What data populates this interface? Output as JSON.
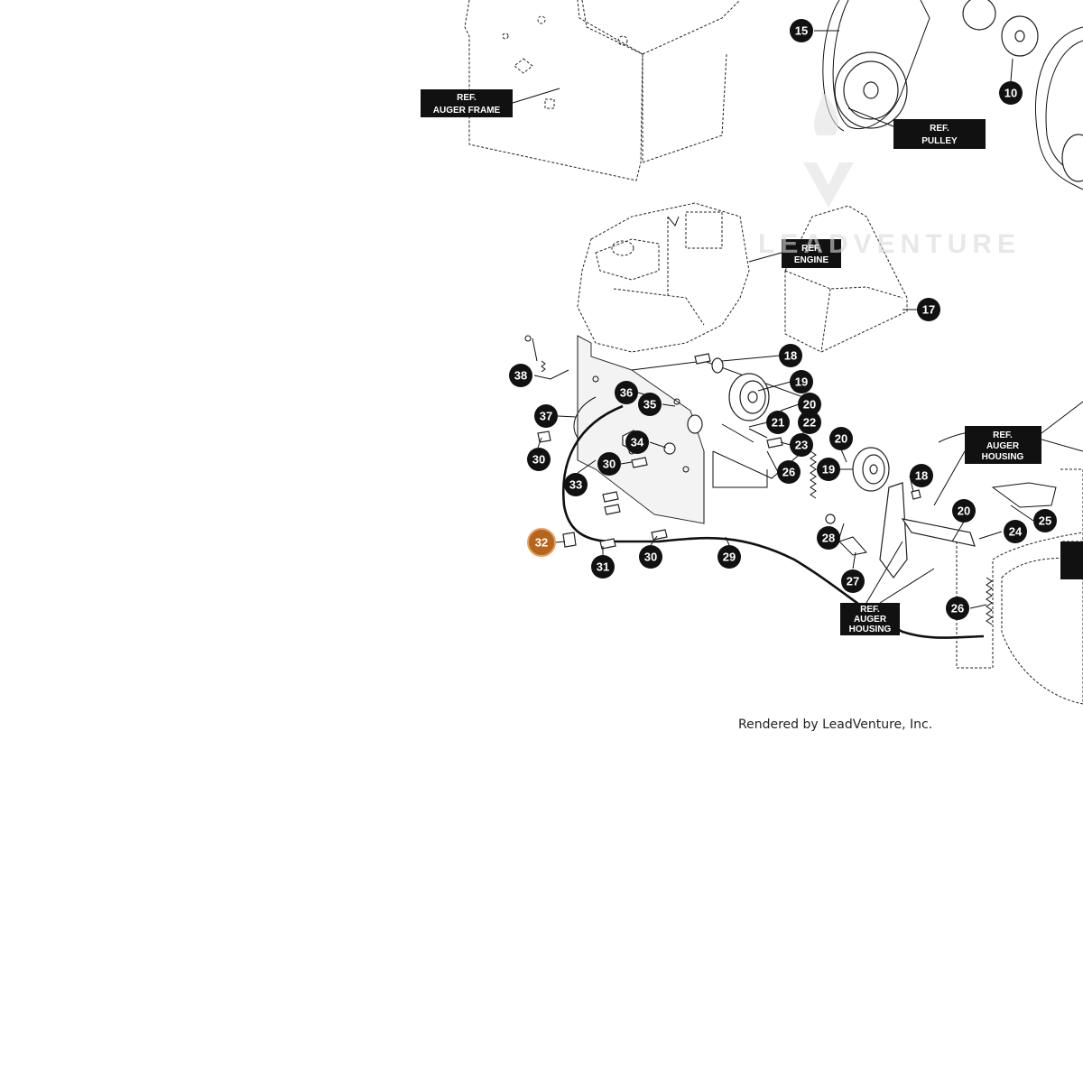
{
  "diagram": {
    "watermark_text": "LEADVENTURE",
    "footer_text": "Rendered by LeadVenture, Inc.",
    "highlight_color": "#b5651d",
    "callouts": [
      {
        "id": "c15",
        "label": "15"
      },
      {
        "id": "c10",
        "label": "10"
      },
      {
        "id": "c17",
        "label": "17"
      },
      {
        "id": "c18a",
        "label": "18"
      },
      {
        "id": "c19a",
        "label": "19"
      },
      {
        "id": "c20a",
        "label": "20"
      },
      {
        "id": "c21",
        "label": "21"
      },
      {
        "id": "c22",
        "label": "22"
      },
      {
        "id": "c23",
        "label": "23"
      },
      {
        "id": "c26a",
        "label": "26"
      },
      {
        "id": "c20b",
        "label": "20"
      },
      {
        "id": "c19b",
        "label": "19"
      },
      {
        "id": "c18b",
        "label": "18"
      },
      {
        "id": "c20c",
        "label": "20"
      },
      {
        "id": "c24",
        "label": "24"
      },
      {
        "id": "c25",
        "label": "25"
      },
      {
        "id": "c28",
        "label": "28"
      },
      {
        "id": "c27",
        "label": "27"
      },
      {
        "id": "c26b",
        "label": "26"
      },
      {
        "id": "c38",
        "label": "38"
      },
      {
        "id": "c36",
        "label": "36"
      },
      {
        "id": "c35",
        "label": "35"
      },
      {
        "id": "c37",
        "label": "37"
      },
      {
        "id": "c34",
        "label": "34"
      },
      {
        "id": "c30a",
        "label": "30"
      },
      {
        "id": "c30b",
        "label": "30"
      },
      {
        "id": "c33",
        "label": "33"
      },
      {
        "id": "c32",
        "label": "32"
      },
      {
        "id": "c31",
        "label": "31"
      },
      {
        "id": "c30c",
        "label": "30"
      },
      {
        "id": "c29",
        "label": "29"
      }
    ],
    "refs": {
      "auger_frame": [
        "REF.",
        "AUGER FRAME"
      ],
      "pulley": [
        "REF.",
        "PULLEY"
      ],
      "engine": [
        "REF.",
        "ENGINE"
      ],
      "auger_housing_right": [
        "REF.",
        "AUGER",
        "HOUSING"
      ],
      "auger_housing_bottom": [
        "REF.",
        "AUGER",
        "HOUSING"
      ]
    }
  }
}
